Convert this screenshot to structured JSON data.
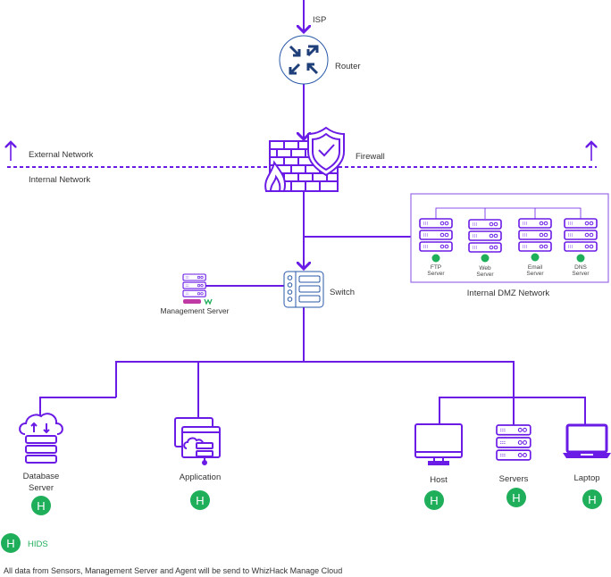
{
  "colors": {
    "link": "#6a1be6",
    "router": "#1f3f7a",
    "hids": "#1fae5a"
  },
  "nodes": {
    "isp": "ISP",
    "router": "Router",
    "firewall": "Firewall",
    "switch": "Switch",
    "management_server": "Management Server",
    "database_server": [
      "Database",
      "Server"
    ],
    "application": "Application",
    "host": "Host",
    "servers": "Servers",
    "laptop": "Laptop"
  },
  "zones": {
    "external": "External Network",
    "internal": "Internal Network",
    "dmz": "Internal DMZ Network"
  },
  "dmz_servers": [
    {
      "line1": "FTP",
      "line2": "Server"
    },
    {
      "line1": "Web",
      "line2": "Server"
    },
    {
      "line1": "Email",
      "line2": "Server"
    },
    {
      "line1": "DNS",
      "line2": "Server"
    }
  ],
  "hids_badge": "H",
  "legend": {
    "label": "HIDS"
  },
  "footer": "All data from Sensors, Management Server and Agent will be send to WhizHack Manage Cloud"
}
